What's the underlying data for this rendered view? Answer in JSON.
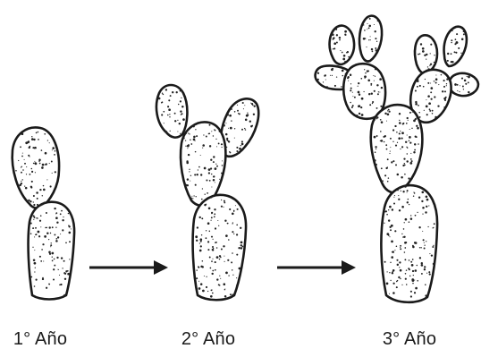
{
  "stages": [
    {
      "label": "1° Año"
    },
    {
      "label": "2° Año"
    },
    {
      "label": "3° Año"
    }
  ],
  "colors": {
    "ink": "#1a1a1a",
    "pad_fill": "#ffffff"
  }
}
